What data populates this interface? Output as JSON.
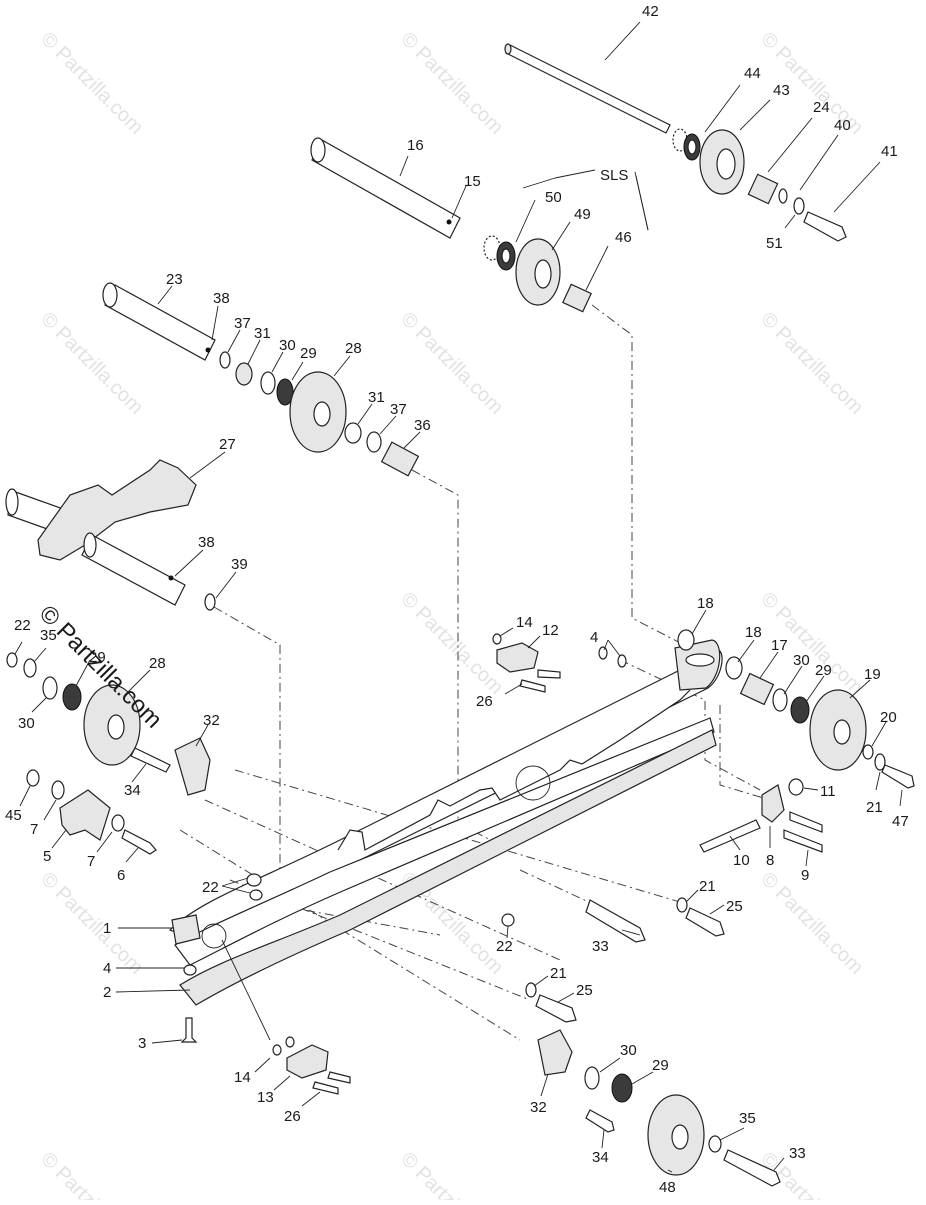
{
  "diagram": {
    "watermark_text": "© Partzilla.com",
    "main_watermark_text": "© Partzilla.com",
    "group_label": "SLS",
    "callouts": [
      {
        "id": "c42a",
        "text": "42"
      },
      {
        "id": "c44a",
        "text": "44"
      },
      {
        "id": "c43a",
        "text": "43"
      },
      {
        "id": "c24a",
        "text": "24"
      },
      {
        "id": "c40a",
        "text": "40"
      },
      {
        "id": "c41a",
        "text": "41"
      },
      {
        "id": "c51a",
        "text": "51"
      },
      {
        "id": "c16a",
        "text": "16"
      },
      {
        "id": "c15a",
        "text": "15"
      },
      {
        "id": "c50a",
        "text": "50"
      },
      {
        "id": "c49a",
        "text": "49"
      },
      {
        "id": "c46a",
        "text": "46"
      },
      {
        "id": "c23a",
        "text": "23"
      },
      {
        "id": "c38a",
        "text": "38"
      },
      {
        "id": "c37a",
        "text": "37"
      },
      {
        "id": "c31a",
        "text": "31"
      },
      {
        "id": "c30a",
        "text": "30"
      },
      {
        "id": "c29a",
        "text": "29"
      },
      {
        "id": "c28a",
        "text": "28"
      },
      {
        "id": "c31b",
        "text": "31"
      },
      {
        "id": "c37b",
        "text": "37"
      },
      {
        "id": "c36a",
        "text": "36"
      },
      {
        "id": "c27a",
        "text": "27"
      },
      {
        "id": "c38b",
        "text": "38"
      },
      {
        "id": "c39a",
        "text": "39"
      },
      {
        "id": "c22a",
        "text": "22"
      },
      {
        "id": "c35a",
        "text": "35"
      },
      {
        "id": "c29b",
        "text": "29"
      },
      {
        "id": "c28b",
        "text": "28"
      },
      {
        "id": "c30b",
        "text": "30"
      },
      {
        "id": "c32a",
        "text": "32"
      },
      {
        "id": "c34a",
        "text": "34"
      },
      {
        "id": "c14a",
        "text": "14"
      },
      {
        "id": "c12a",
        "text": "12"
      },
      {
        "id": "c26a",
        "text": "26"
      },
      {
        "id": "c4a",
        "text": "4"
      },
      {
        "id": "c18a",
        "text": "18"
      },
      {
        "id": "c18b",
        "text": "18"
      },
      {
        "id": "c17a",
        "text": "17"
      },
      {
        "id": "c30c",
        "text": "30"
      },
      {
        "id": "c29c",
        "text": "29"
      },
      {
        "id": "c19a",
        "text": "19"
      },
      {
        "id": "c20a",
        "text": "20"
      },
      {
        "id": "c11a",
        "text": "11"
      },
      {
        "id": "c21a",
        "text": "21"
      },
      {
        "id": "c47a",
        "text": "47"
      },
      {
        "id": "c10a",
        "text": "10"
      },
      {
        "id": "c8a",
        "text": "8"
      },
      {
        "id": "c9a",
        "text": "9"
      },
      {
        "id": "c45a",
        "text": "45"
      },
      {
        "id": "c7a",
        "text": "7"
      },
      {
        "id": "c5a",
        "text": "5"
      },
      {
        "id": "c7b",
        "text": "7"
      },
      {
        "id": "c6a",
        "text": "6"
      },
      {
        "id": "c22b",
        "text": "22"
      },
      {
        "id": "c21b",
        "text": "21"
      },
      {
        "id": "c25a",
        "text": "25"
      },
      {
        "id": "c33a",
        "text": "33"
      },
      {
        "id": "c22c",
        "text": "22"
      },
      {
        "id": "c1a",
        "text": "1"
      },
      {
        "id": "c4b",
        "text": "4"
      },
      {
        "id": "c2a",
        "text": "2"
      },
      {
        "id": "c21c",
        "text": "21"
      },
      {
        "id": "c25b",
        "text": "25"
      },
      {
        "id": "c3a",
        "text": "3"
      },
      {
        "id": "c30d",
        "text": "30"
      },
      {
        "id": "c29d",
        "text": "29"
      },
      {
        "id": "c14b",
        "text": "14"
      },
      {
        "id": "c13a",
        "text": "13"
      },
      {
        "id": "c26b",
        "text": "26"
      },
      {
        "id": "c32b",
        "text": "32"
      },
      {
        "id": "c34b",
        "text": "34"
      },
      {
        "id": "c35b",
        "text": "35"
      },
      {
        "id": "c48a",
        "text": "48"
      },
      {
        "id": "c33b",
        "text": "33"
      }
    ]
  }
}
